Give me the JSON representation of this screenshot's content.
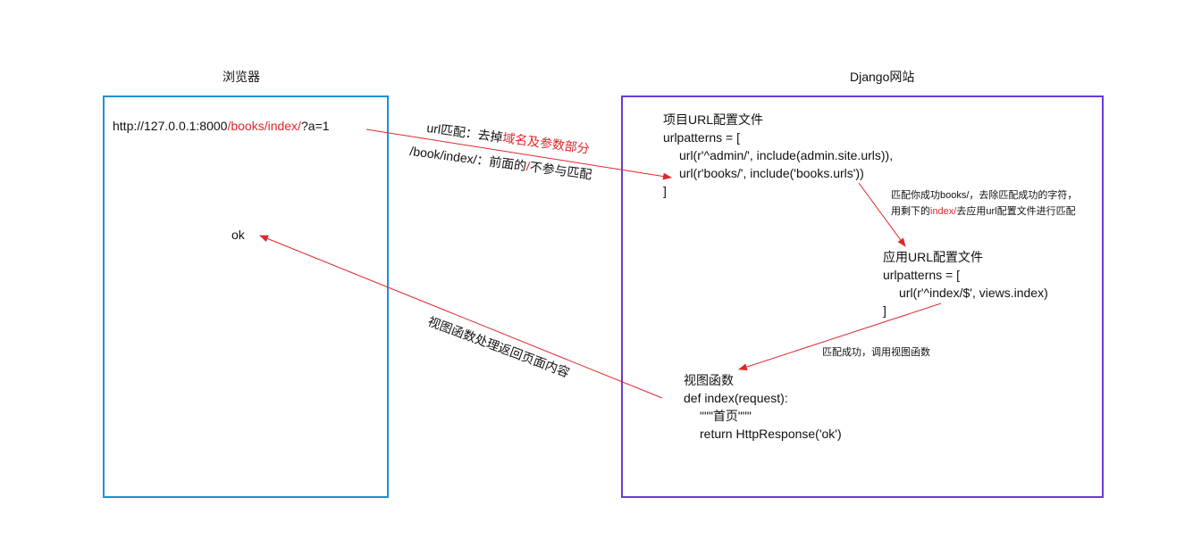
{
  "browser": {
    "title": "浏览器",
    "url": {
      "prefix": "http://127.0.0.1:8000",
      "path": "/books/index/",
      "query": "?a=1"
    },
    "response": "ok"
  },
  "site": {
    "title": "Django网站",
    "project_conf": {
      "title": "项目URL配置文件",
      "lines": [
        "urlpatterns = [",
        "url(r'^admin/', include(admin.site.urls)),",
        "url(r'books/', include('books.urls'))",
        "]"
      ]
    },
    "app_conf": {
      "title": "应用URL配置文件",
      "lines": [
        "urlpatterns = [",
        "url(r'^index/$', views.index)",
        "]"
      ]
    },
    "view_func": {
      "title": "视图函数",
      "lines": [
        "def index(request):",
        "\"\"\"首页\"\"\"",
        "return HttpResponse('ok')"
      ]
    }
  },
  "annotations": {
    "url_match_prefix": "url匹配：去掉",
    "url_match_red": "域名及参数部分",
    "path_match_prefix": "/book/index/：前面的",
    "path_match_red": "/",
    "path_match_suffix": "不参与匹配",
    "books_match_line1": "匹配你成功books/，去除匹配成功的字符，",
    "books_match_line2_prefix": "用剩下的",
    "books_match_line2_red": "index/",
    "books_match_line2_suffix": "去应用url配置文件进行匹配",
    "match_success": "匹配成功，调用视图函数",
    "return_content": "视图函数处理返回页面内容"
  },
  "colors": {
    "browser_border": "#1f8fd6",
    "site_border": "#6a3ad8",
    "arrow": "#e0262b",
    "highlight": "#e0262b"
  }
}
